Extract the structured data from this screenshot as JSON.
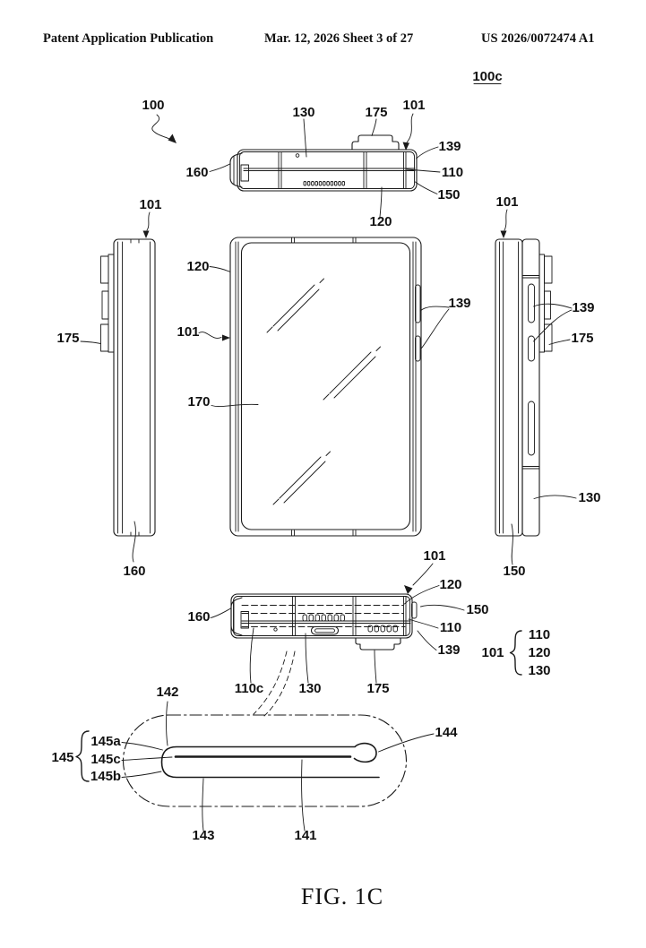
{
  "header": {
    "publication": "Patent Application Publication",
    "date_sheet": "Mar. 12, 2026  Sheet 3 of 27",
    "patent_number": "US 2026/0072474 A1"
  },
  "figure": {
    "reference": "100c",
    "caption": "FIG. 1C"
  },
  "colors": {
    "ink": "#1a1a1a",
    "paper": "#ffffff"
  },
  "labels": {
    "top_view": [
      "100",
      "130",
      "175",
      "101",
      "139",
      "110",
      "150",
      "160",
      "120"
    ],
    "left_view": [
      "101",
      "175",
      "160"
    ],
    "front_view": [
      "120",
      "101",
      "170",
      "139"
    ],
    "right_view": [
      "101",
      "139",
      "175",
      "130",
      "150"
    ],
    "bottom_view": [
      "101",
      "120",
      "150",
      "110",
      "139",
      "160",
      "110c",
      "130",
      "175"
    ],
    "legend": {
      "group": "101",
      "members": [
        "110",
        "120",
        "130"
      ]
    },
    "detail_view": [
      "142",
      "144",
      "145",
      "145a",
      "145c",
      "145b",
      "143",
      "141"
    ]
  }
}
